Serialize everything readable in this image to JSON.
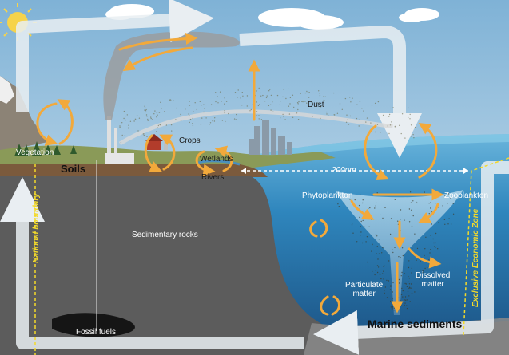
{
  "labels": {
    "vegetation": "Vegetation",
    "soils": "Soils",
    "crops": "Crops",
    "wetlands": "Wetlands",
    "rivers": "Rivers",
    "dust": "Dust",
    "distance": "200nm",
    "phytoplankton": "Phytoplankton",
    "zooplankton": "Zooplankton",
    "sedimentary_rocks": "Sedimentary rocks",
    "particulate_matter": "Particulate\nmatter",
    "dissolved_matter": "Dissolved\nmatter",
    "marine_sediments": "Marine sediments",
    "fossil_fuels": "Fossil fuels",
    "national_boundary": "National boundary",
    "exclusive_economic_zone": "Exclusive Economic Zone"
  },
  "colors": {
    "sky": "#9fc4dc",
    "ocean": "#2f7eb4",
    "deep_ocean": "#1f5f92",
    "sediment": "#5e5e5e",
    "land": "#7a6a52",
    "cycle_arrow": "#f2a93b",
    "flow_arrow": "#e9eef2",
    "boundary": "#f3da2a"
  }
}
